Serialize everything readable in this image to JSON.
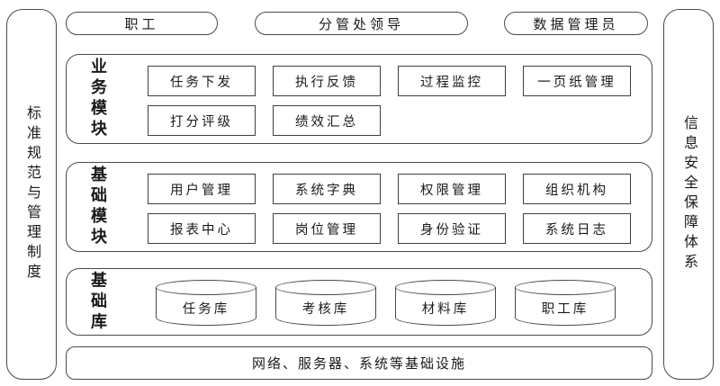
{
  "colors": {
    "stroke": "#4a4a4a",
    "background": "#ffffff",
    "text": "#1a1a1a"
  },
  "pillars": {
    "left": "标准规范与管理制度",
    "right": "信息安全保障体系"
  },
  "roles": [
    "职工",
    "分管处领导",
    "数据管理员"
  ],
  "panels": [
    {
      "label": "业务模块",
      "items": [
        "任务下发",
        "执行反馈",
        "过程监控",
        "一页纸管理",
        "打分评级",
        "绩效汇总"
      ]
    },
    {
      "label": "基础模块",
      "items": [
        "用户管理",
        "系统字典",
        "权限管理",
        "组织机构",
        "报表中心",
        "岗位管理",
        "身份验证",
        "系统日志"
      ]
    },
    {
      "label": "基础库",
      "items": [
        "任务库",
        "考核库",
        "材料库",
        "职工库"
      ]
    }
  ],
  "infrastructure": {
    "label": "网络、服务器、系统等基础设施"
  }
}
